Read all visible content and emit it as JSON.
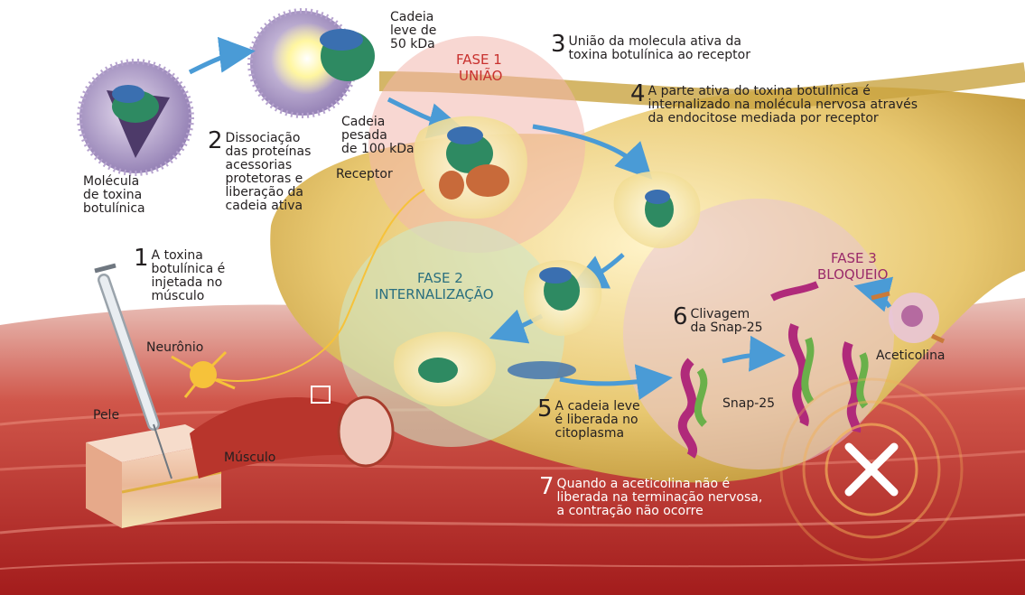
{
  "labels": {
    "molecula": "Molécula\nde toxina\nbotulínica",
    "cadeia_leve": "Cadeia\nleve de\n50 kDa",
    "cadeia_pesada": "Cadeia\npesada\nde 100 kDa",
    "receptor": "Receptor",
    "neuronio": "Neurônio",
    "pele": "Pele",
    "musculo": "Músculo",
    "snap25": "Snap-25",
    "aceticolina": "Aceticolina"
  },
  "phases": {
    "fase1": {
      "title": "FASE 1",
      "name": "UNIÃO"
    },
    "fase2": {
      "title": "FASE 2",
      "name": "INTERNALIZAÇÃO"
    },
    "fase3": {
      "title": "FASE 3",
      "name": "BLOQUEIO"
    }
  },
  "steps": [
    {
      "number": "1",
      "text": "A toxina\nbotulínica é\ninjetada no\nmúsculo"
    },
    {
      "number": "2",
      "text": "Dissociação\ndas proteínas\nacessorias\nprotetoras e\nliberação da\ncadeia ativa"
    },
    {
      "number": "3",
      "text": "União da molecula ativa da\ntoxina botulínica ao receptor"
    },
    {
      "number": "4",
      "text": "A parte ativa do toxina botulínica é\ninternalizado na molécula nervosa através\nda endocitose mediada por receptor"
    },
    {
      "number": "5",
      "text": "A cadeia leve\né liberada no\ncitoplasma"
    },
    {
      "number": "6",
      "text": "Clivagem\nda Snap-25"
    },
    {
      "number": "7",
      "text": "Quando a aceticolina não é\nliberada na terminação nervosa,\na contração não ocorre"
    }
  ],
  "colors": {
    "muscle": "#c8372f",
    "nerve_terminal": "#e6c66a",
    "phase1_circle": "#f2b7ad",
    "phase2_circle": "#cfe6c6",
    "phase3_circle": "#e8c4d4",
    "arrow": "#4a9bd6",
    "protein_blue": "#3a6fb0",
    "protein_green": "#2e8a62",
    "snap_magenta": "#b02a7a"
  }
}
